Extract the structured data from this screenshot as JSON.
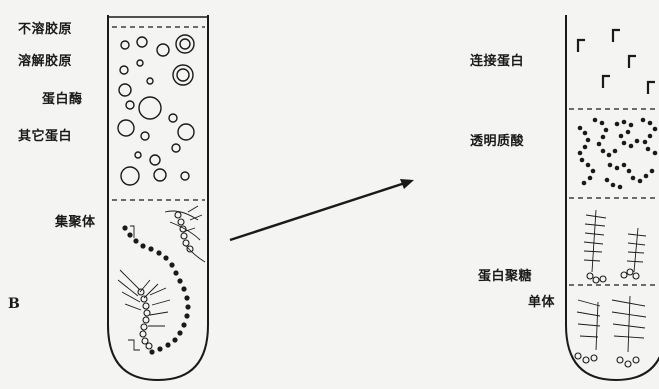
{
  "panel_label": "B",
  "left_tube": {
    "labels": {
      "insoluble_collagen": "不溶胶原",
      "soluble_collagen": "溶解胶原",
      "protease": "蛋白酶",
      "other_proteins": "其它蛋白",
      "aggregate": "集聚体"
    }
  },
  "right_tube": {
    "labels": {
      "link_protein": "连接蛋白",
      "hyaluronic_acid": "透明质酸",
      "proteoglycan_monomer_line1": "蛋白聚糖",
      "proteoglycan_monomer_line2": "单体"
    }
  },
  "colors": {
    "ink": "#1a1a1a",
    "background": "#f4f4f2"
  }
}
